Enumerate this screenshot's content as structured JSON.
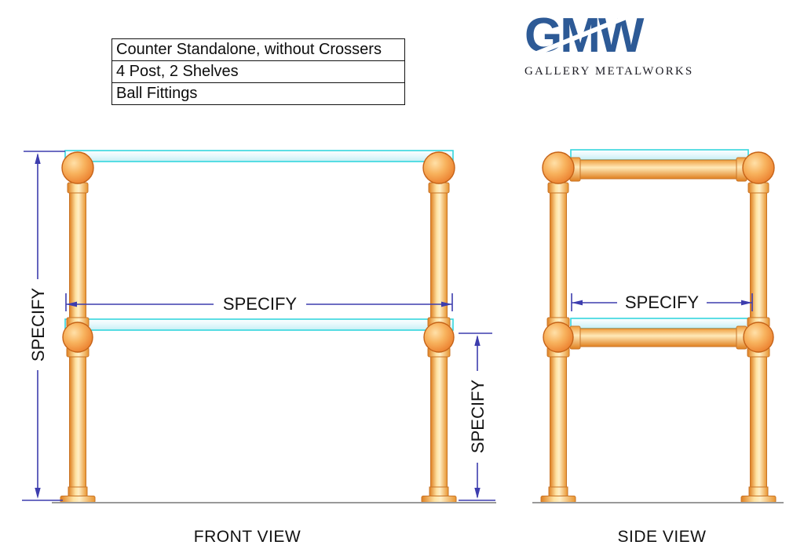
{
  "title_block": {
    "rows": [
      "Counter Standalone, without Crossers",
      "4 Post, 2 Shelves",
      "Ball Fittings"
    ]
  },
  "logo": {
    "monogram": "GMW",
    "company": "GALLERY METALWORKS"
  },
  "views": {
    "front": {
      "label": "FRONT VIEW"
    },
    "side": {
      "label": "SIDE VIEW"
    }
  },
  "dimensions": {
    "front_height_label": "SPECIFY",
    "front_width_label": "SPECIFY",
    "front_lower_height_label": "SPECIFY",
    "side_width_label": "SPECIFY"
  },
  "colors": {
    "dimension_line": "#3d3dae",
    "post_orange": "#e8882c",
    "post_highlight": "#ffe9b4",
    "ball_edge": "#de7527",
    "shelf_cyan": "#35d6de",
    "floor_gray": "#999999",
    "logo_blue": "#2d5a96",
    "text_black": "#111111"
  }
}
